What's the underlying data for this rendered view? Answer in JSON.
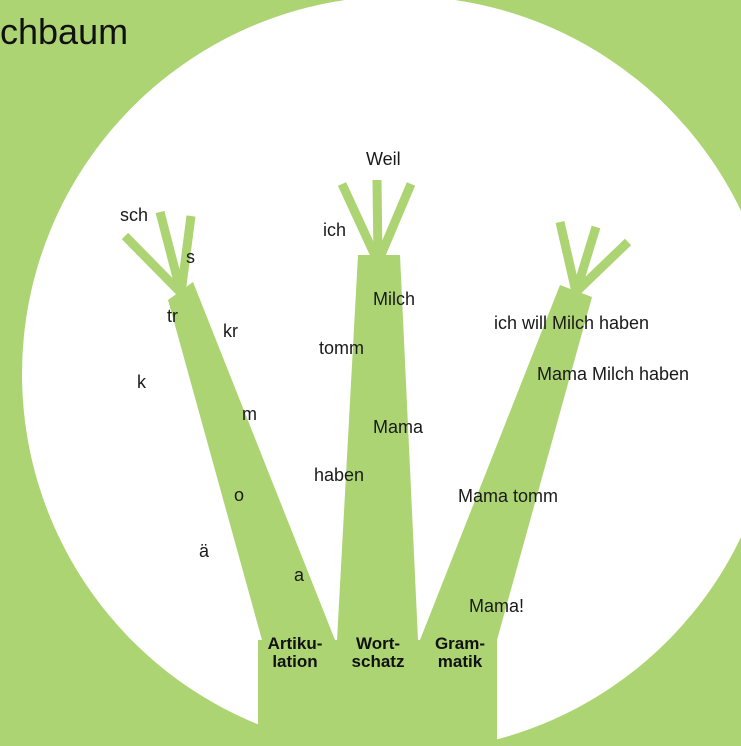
{
  "title": "chbaum",
  "colors": {
    "green": "#acd473",
    "circle": "#ffffff",
    "text": "#1a1a1a"
  },
  "left_branch": {
    "label_line1": "Artiku-",
    "label_line2": "lation",
    "words": [
      "sch",
      "s",
      "tr",
      "kr",
      "k",
      "m",
      "o",
      "ä",
      "a"
    ]
  },
  "middle_branch": {
    "label_line1": "Wort-",
    "label_line2": "schatz",
    "words": [
      "Weil",
      "ich",
      "Milch",
      "tomm",
      "Mama",
      "haben"
    ]
  },
  "right_branch": {
    "label_line1": "Gram-",
    "label_line2": "matik",
    "words": [
      "ich will Milch haben",
      "Mama Milch haben",
      "Mama tomm",
      "Mama!"
    ]
  }
}
